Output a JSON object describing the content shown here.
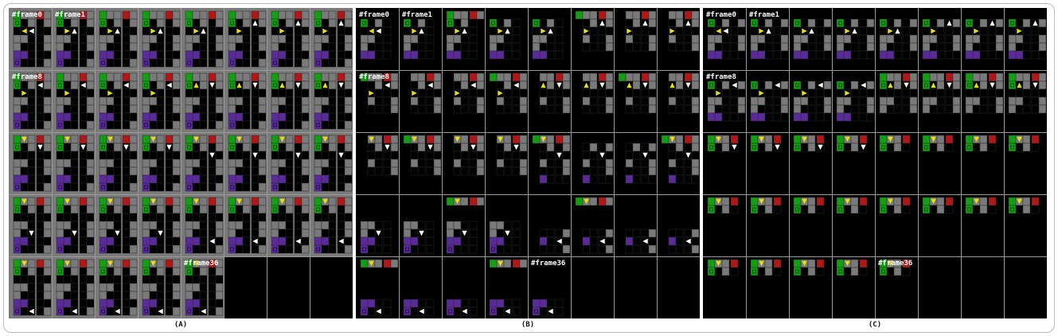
{
  "figure": {
    "captions": [
      "(A)",
      "(B)",
      "(C)"
    ],
    "grid_columns": 8,
    "grid_rows": 5,
    "colors": {
      "wall": "#7a7a7a",
      "floor": "#000000",
      "gridline": "#2b2b2b",
      "green_room": "#12a012",
      "red_room": "#b01818",
      "purple_room": "#5a2a9a",
      "agent_yellow": "#e8e010",
      "agent_white": "#ffffff",
      "separator": "#9a9a9a"
    }
  },
  "panels": [
    {
      "id": "A",
      "caption": "(A)",
      "view": "full",
      "frame_count": 37,
      "labels": [
        {
          "frame": 0,
          "text": "#frame0"
        },
        {
          "frame": 1,
          "text": "#frame1"
        },
        {
          "frame": 8,
          "text": "#frame8"
        },
        {
          "frame": 36,
          "text": "#frame36"
        }
      ]
    },
    {
      "id": "B",
      "caption": "(B)",
      "view": "partial",
      "frame_count": 37,
      "labels": [
        {
          "frame": 0,
          "text": "#frame0"
        },
        {
          "frame": 1,
          "text": "#frame1"
        },
        {
          "frame": 8,
          "text": "#frame8"
        },
        {
          "frame": 36,
          "text": "#frame36"
        }
      ]
    },
    {
      "id": "C",
      "caption": "(C)",
      "view": "partial",
      "frame_count": 37,
      "labels": [
        {
          "frame": 0,
          "text": "#frame0"
        },
        {
          "frame": 1,
          "text": "#frame1"
        },
        {
          "frame": 8,
          "text": "#frame8"
        },
        {
          "frame": 36,
          "text": "#frame36"
        }
      ]
    }
  ]
}
